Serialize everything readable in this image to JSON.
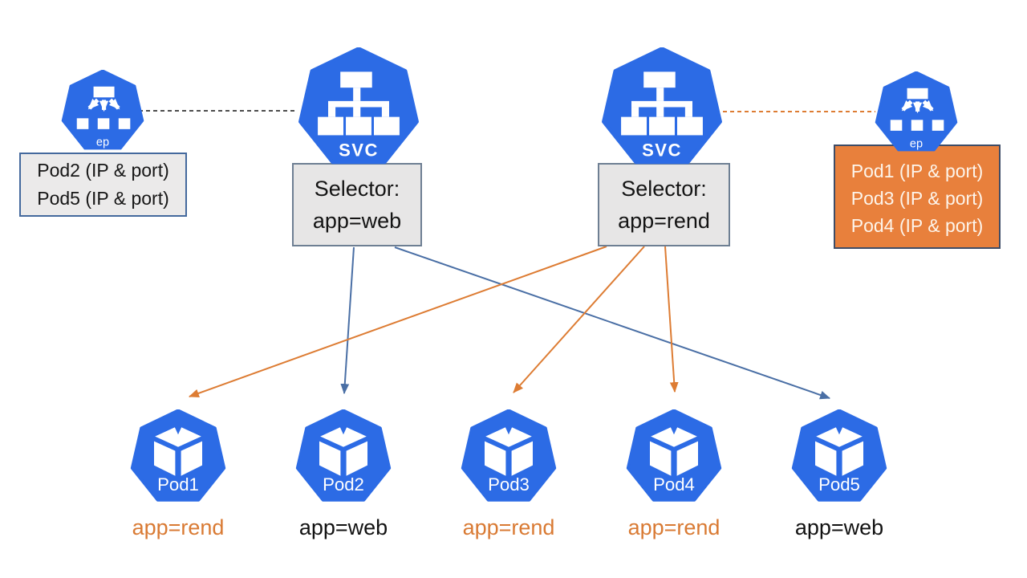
{
  "endpoints_left": {
    "icon_label": "ep",
    "lines": [
      "Pod2 (IP & port)",
      "Pod5 (IP & port)"
    ]
  },
  "service_left": {
    "icon_label": "SVC",
    "selector_line1": "Selector:",
    "selector_line2": "app=web"
  },
  "service_right": {
    "icon_label": "SVC",
    "selector_line1": "Selector:",
    "selector_line2": "app=rend"
  },
  "endpoints_right": {
    "icon_label": "ep",
    "lines": [
      "Pod1 (IP & port)",
      "Pod3 (IP & port)",
      "Pod4 (IP & port)"
    ]
  },
  "pods": [
    {
      "name": "Pod1",
      "app_label": "app=rend",
      "highlight": "orange"
    },
    {
      "name": "Pod2",
      "app_label": "app=web",
      "highlight": "dark"
    },
    {
      "name": "Pod3",
      "app_label": "app=rend",
      "highlight": "orange"
    },
    {
      "name": "Pod4",
      "app_label": "app=rend",
      "highlight": "orange"
    },
    {
      "name": "Pod5",
      "app_label": "app=web",
      "highlight": "dark"
    }
  ],
  "colors": {
    "kubernetes_blue": "#2c6be5",
    "arrow_blue": "#4a6fa5",
    "arrow_orange": "#dd7c33",
    "endpoint_box_orange": "#e8803c",
    "box_gray": "#e7e6e6",
    "dashed_gray": "#4d4d4d"
  }
}
